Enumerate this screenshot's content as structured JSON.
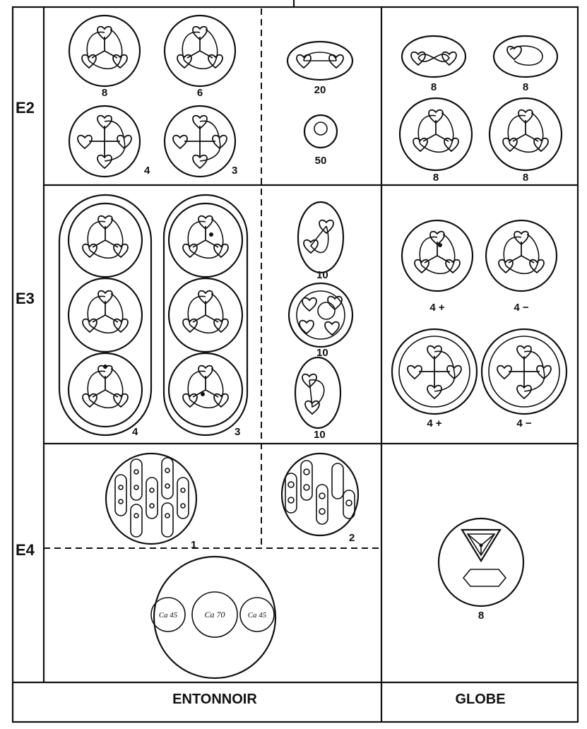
{
  "rows": {
    "e2": "E2",
    "e3": "E3",
    "e4": "E4"
  },
  "columns": {
    "entonnoir": "ENTONNOIR",
    "globe": "GLOBE"
  },
  "counts": {
    "e2_a": "8",
    "e2_b": "6",
    "e2_c": "4",
    "e2_d": "3",
    "e2_e": "20",
    "e2_f": "50",
    "e2_g": "8",
    "e2_h": "8",
    "e2_i": "8",
    "e2_j": "8",
    "e3_a": "4",
    "e3_b": "3",
    "e3_c": "10",
    "e3_d": "10",
    "e3_e": "10",
    "e3_f": "4 +",
    "e3_g": "4 −",
    "e3_h": "4 +",
    "e3_i": "4 −",
    "e4_a": "1",
    "e4_b": "2",
    "e4_c": "8"
  },
  "calcium": {
    "left": "Ca 45",
    "center": "Ca 70",
    "right": "Ca 45"
  }
}
